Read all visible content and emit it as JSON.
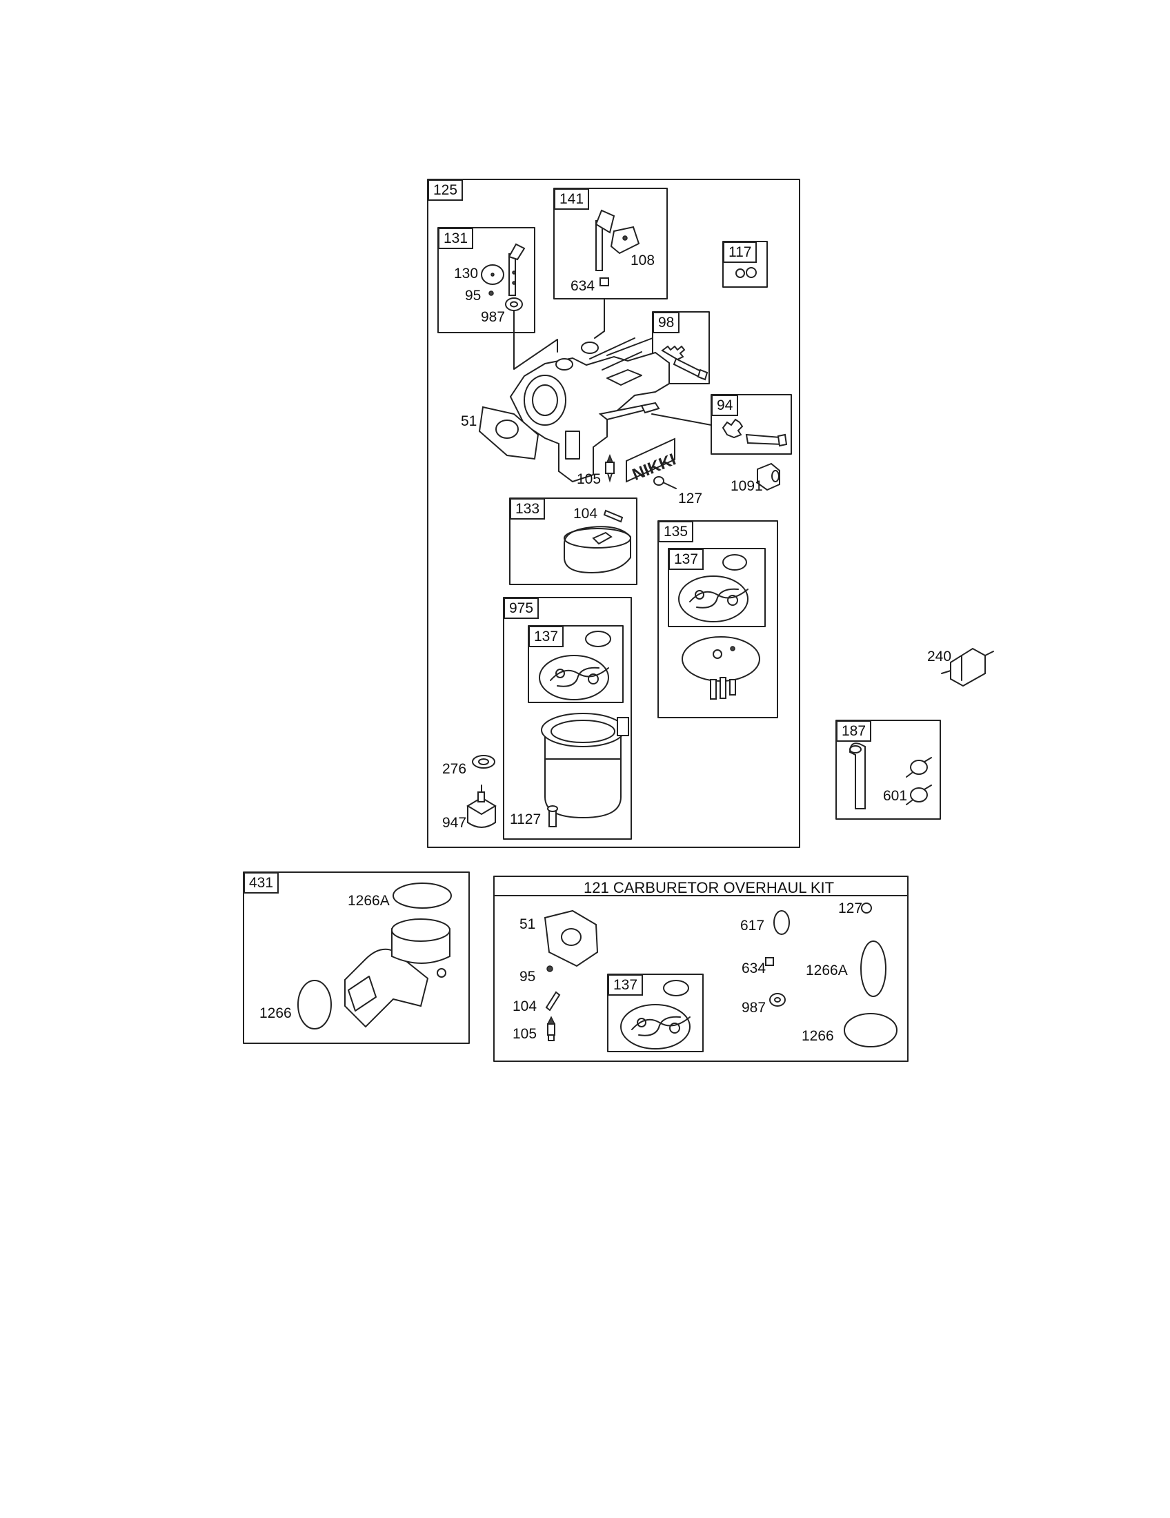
{
  "labels": {
    "b125": "125",
    "b131": "131",
    "b141": "141",
    "b117": "117",
    "b98": "98",
    "b94": "94",
    "b133": "133",
    "b135": "135",
    "b137a": "137",
    "b975": "975",
    "b137b": "137",
    "b187": "187",
    "b431": "431",
    "b137c": "137",
    "l130": "130",
    "l95": "95",
    "l987": "987",
    "l108": "108",
    "l634": "634",
    "l51": "51",
    "l105": "105",
    "l127": "127",
    "l1091": "1091",
    "l104": "104",
    "l276": "276",
    "l947": "947",
    "l1127": "1127",
    "l240": "240",
    "l601": "601",
    "l1266A": "1266A",
    "l1266": "1266",
    "k51": "51",
    "k95": "95",
    "k104": "104",
    "k105": "105",
    "k617": "617",
    "k127": "127",
    "k634": "634",
    "k1266A": "1266A",
    "k987": "987",
    "k1266": "1266"
  },
  "kit": {
    "title": "121 CARBURETOR OVERHAUL KIT"
  },
  "brand": "NIKKI"
}
